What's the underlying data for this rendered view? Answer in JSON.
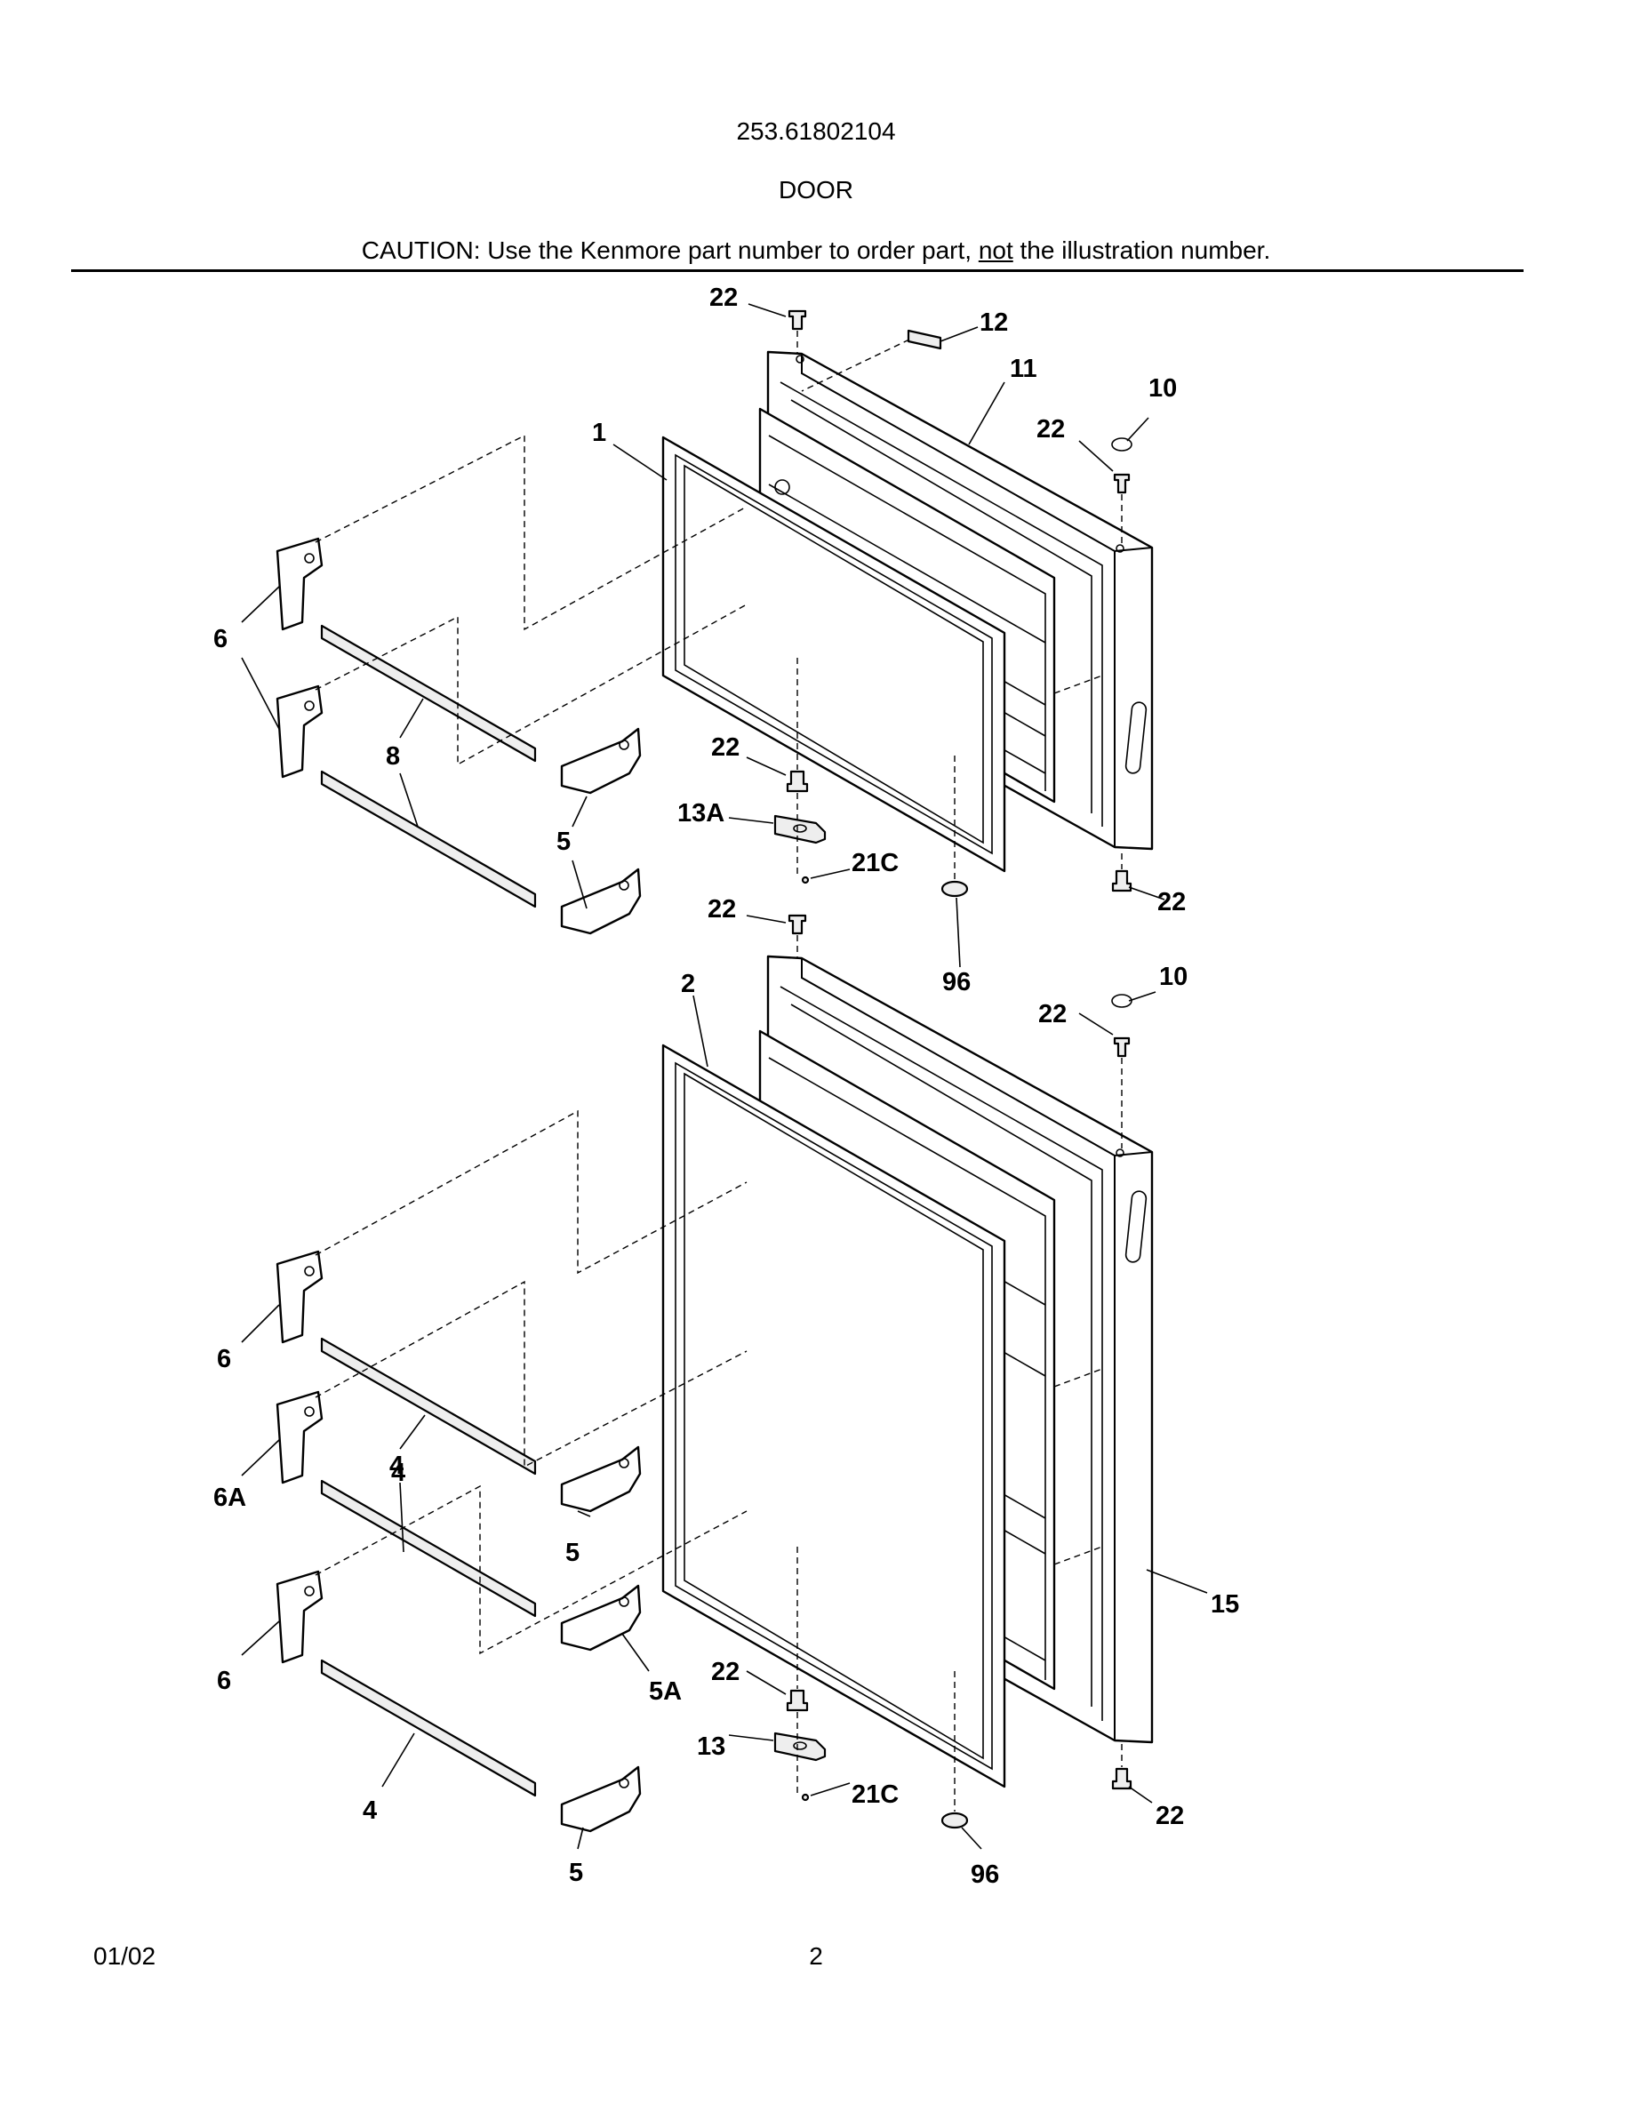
{
  "header": {
    "model_number": "253.61802104",
    "section_title": "DOOR",
    "caution_prefix": "CAUTION: Use the Kenmore part number to order part, ",
    "caution_emphasis": "not",
    "caution_suffix": " the illustration number."
  },
  "footer": {
    "date": "01/02",
    "page_number": "2"
  },
  "callouts": {
    "c22_a": "22",
    "c12": "12",
    "c11": "11",
    "c10_a": "10",
    "c22_b": "22",
    "c1": "1",
    "c6_a": "6",
    "c8": "8",
    "c22_c": "22",
    "c13a": "13A",
    "c5_a": "5",
    "c21c_a": "21C",
    "c22_d": "22",
    "c22_e": "22",
    "c96_a": "96",
    "c2": "2",
    "c10_b": "10",
    "c22_f": "22",
    "c6_b": "6",
    "c4_a": "4",
    "c6a": "6A",
    "c4_b": "4",
    "c5_b": "5",
    "c15": "15",
    "c6_c": "6",
    "c5a": "5A",
    "c22_g": "22",
    "c13": "13",
    "c21c_b": "21C",
    "c22_h": "22",
    "c4_c": "4",
    "c5_c": "5",
    "c96_b": "96"
  }
}
